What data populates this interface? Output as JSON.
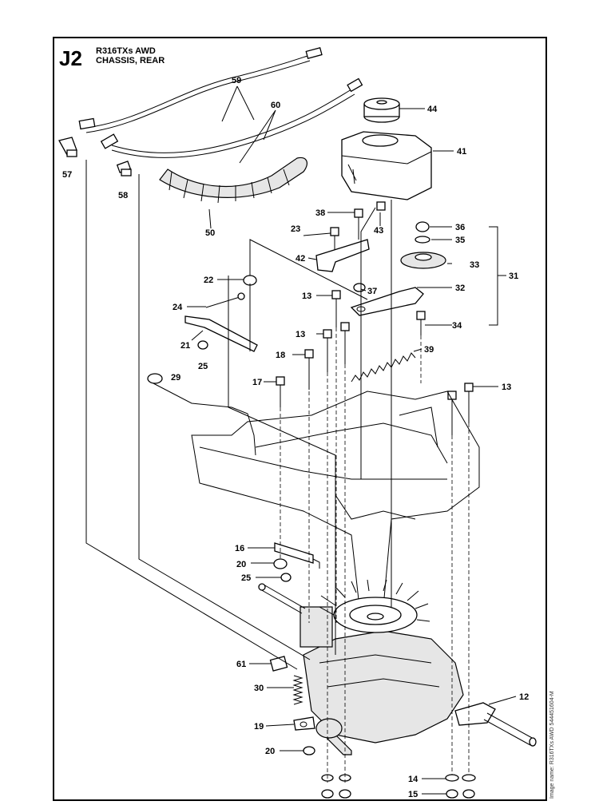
{
  "header": {
    "code": "J2",
    "model": "R316TXs AWD",
    "section": "CHASSIS, REAR"
  },
  "side_text": "Image name: R316TXs AWD 544451604-M",
  "callouts": [
    {
      "id": "c59",
      "label": "59"
    },
    {
      "id": "c60",
      "label": "60"
    },
    {
      "id": "c44",
      "label": "44"
    },
    {
      "id": "c57",
      "label": "57"
    },
    {
      "id": "c58",
      "label": "58"
    },
    {
      "id": "c41",
      "label": "41"
    },
    {
      "id": "c50",
      "label": "50"
    },
    {
      "id": "c38",
      "label": "38"
    },
    {
      "id": "c43",
      "label": "43"
    },
    {
      "id": "c36",
      "label": "36"
    },
    {
      "id": "c23",
      "label": "23"
    },
    {
      "id": "c35",
      "label": "35"
    },
    {
      "id": "c42",
      "label": "42"
    },
    {
      "id": "c33",
      "label": "33"
    },
    {
      "id": "c22",
      "label": "22"
    },
    {
      "id": "c37",
      "label": "37"
    },
    {
      "id": "c31",
      "label": "31"
    },
    {
      "id": "c32",
      "label": "32"
    },
    {
      "id": "c13a",
      "label": "13"
    },
    {
      "id": "c24",
      "label": "24"
    },
    {
      "id": "c34",
      "label": "34"
    },
    {
      "id": "c13b",
      "label": "13"
    },
    {
      "id": "c21",
      "label": "21"
    },
    {
      "id": "c39",
      "label": "39"
    },
    {
      "id": "c25a",
      "label": "25"
    },
    {
      "id": "c18",
      "label": "18"
    },
    {
      "id": "c29",
      "label": "29"
    },
    {
      "id": "c17",
      "label": "17"
    },
    {
      "id": "c13c",
      "label": "13"
    },
    {
      "id": "c16",
      "label": "16"
    },
    {
      "id": "c20a",
      "label": "20"
    },
    {
      "id": "c25b",
      "label": "25"
    },
    {
      "id": "c61",
      "label": "61"
    },
    {
      "id": "c30",
      "label": "30"
    },
    {
      "id": "c12",
      "label": "12"
    },
    {
      "id": "c19",
      "label": "19"
    },
    {
      "id": "c20b",
      "label": "20"
    },
    {
      "id": "c14",
      "label": "14"
    },
    {
      "id": "c15",
      "label": "15"
    }
  ]
}
